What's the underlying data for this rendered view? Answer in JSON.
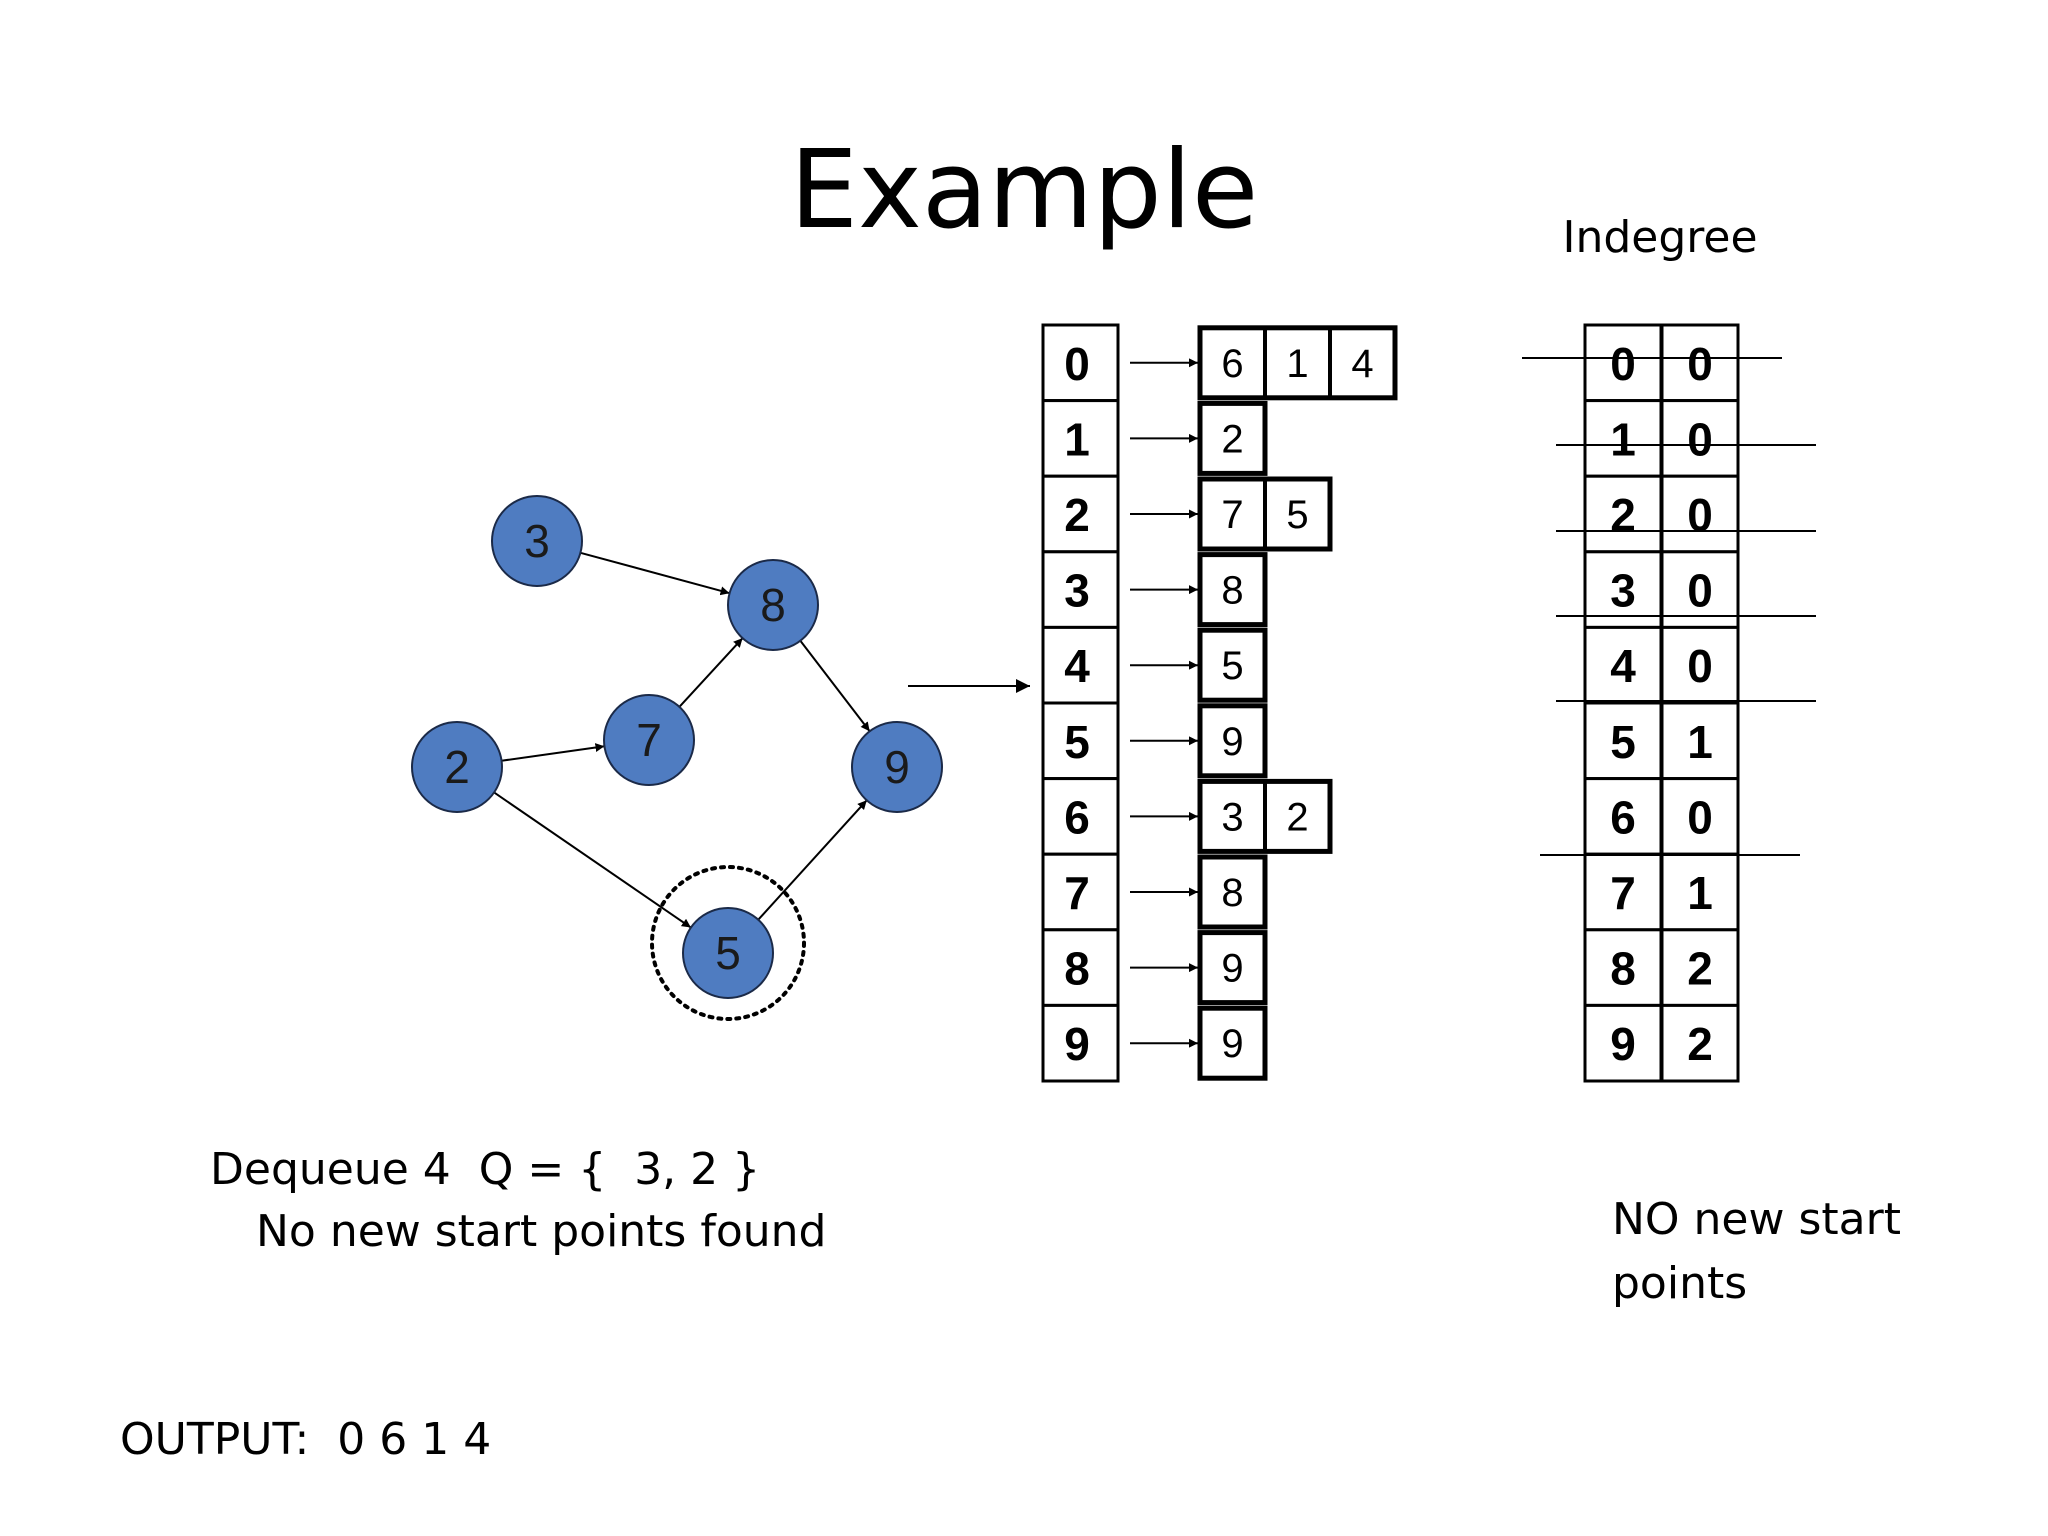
{
  "slide": {
    "title": "Example",
    "indegree_label": "Indegree",
    "dequeue_text": "Dequeue 4  Q = {  3, 2 }",
    "note_text": "No new start points found",
    "right_note": {
      "line1": "NO new start",
      "line2": "points"
    },
    "output_text": "OUTPUT:  0 6 1 4"
  },
  "graph": {
    "node_fill": "#4f7cc1",
    "nodes": [
      {
        "id": "3",
        "label": "3"
      },
      {
        "id": "8",
        "label": "8"
      },
      {
        "id": "2",
        "label": "2"
      },
      {
        "id": "7",
        "label": "7"
      },
      {
        "id": "9",
        "label": "9"
      },
      {
        "id": "5",
        "label": "5",
        "highlighted": true
      }
    ],
    "edges": [
      {
        "from": "3",
        "to": "8"
      },
      {
        "from": "2",
        "to": "7"
      },
      {
        "from": "7",
        "to": "8"
      },
      {
        "from": "8",
        "to": "9"
      },
      {
        "from": "2",
        "to": "5"
      },
      {
        "from": "5",
        "to": "9"
      }
    ]
  },
  "adjacency": [
    {
      "vertex": "0",
      "list": [
        "6",
        "1",
        "4"
      ]
    },
    {
      "vertex": "1",
      "list": [
        "2"
      ]
    },
    {
      "vertex": "2",
      "list": [
        "7",
        "5"
      ]
    },
    {
      "vertex": "3",
      "list": [
        "8"
      ]
    },
    {
      "vertex": "4",
      "list": [
        "5"
      ]
    },
    {
      "vertex": "5",
      "list": [
        "9"
      ]
    },
    {
      "vertex": "6",
      "list": [
        "3",
        "2"
      ]
    },
    {
      "vertex": "7",
      "list": [
        "8"
      ]
    },
    {
      "vertex": "8",
      "list": [
        "9"
      ]
    },
    {
      "vertex": "9",
      "list": [
        "9"
      ]
    }
  ],
  "indegree": [
    {
      "vertex": "0",
      "value": "0",
      "struck": true
    },
    {
      "vertex": "1",
      "value": "0",
      "struck": true
    },
    {
      "vertex": "2",
      "value": "0",
      "struck": true
    },
    {
      "vertex": "3",
      "value": "0",
      "struck": true
    },
    {
      "vertex": "4",
      "value": "0",
      "struck": true
    },
    {
      "vertex": "5",
      "value": "1",
      "struck": false
    },
    {
      "vertex": "6",
      "value": "0",
      "struck": true
    },
    {
      "vertex": "7",
      "value": "1",
      "struck": false
    },
    {
      "vertex": "8",
      "value": "2",
      "struck": false
    },
    {
      "vertex": "9",
      "value": "2",
      "struck": false
    }
  ]
}
